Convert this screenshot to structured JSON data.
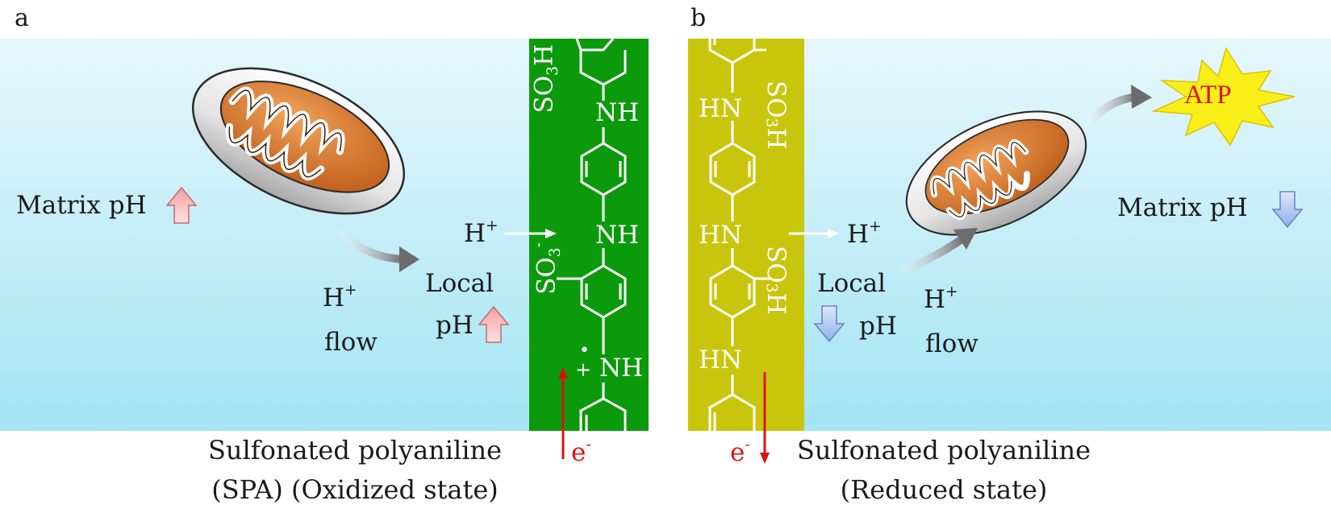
{
  "panel_a": {
    "letter": "a",
    "matrix_ph": "Matrix pH",
    "h_plus_flow": {
      "h": "H",
      "plus": "+",
      "flow": "flow"
    },
    "local_ph": {
      "local": "Local",
      "ph": "pH"
    },
    "proton_transfer": {
      "h": "H",
      "plus": "+"
    },
    "polymer": {
      "so3h": {
        "so": "SO",
        "three": "3",
        "h": "H"
      },
      "so3_minus": {
        "so": "SO",
        "three": "3",
        "minus": "-"
      },
      "nh_1": "NH",
      "nh_2": "NH",
      "nh_radical": "NH",
      "plus_sign": "+",
      "radical_dot": "•",
      "color": "#0a9a0a"
    },
    "electron": {
      "e": "e",
      "minus": "-"
    },
    "caption_line1": "Sulfonated polyaniline",
    "caption_line2": "(SPA)  (Oxidized state)"
  },
  "panel_b": {
    "letter": "b",
    "matrix_ph": "Matrix pH",
    "h_plus_flow": {
      "h": "H",
      "plus": "+",
      "flow": "flow"
    },
    "local_ph": {
      "local": "Local",
      "ph": "pH"
    },
    "proton_transfer": {
      "h": "H",
      "plus": "+"
    },
    "atp": "ATP",
    "polymer": {
      "so3h_top": {
        "so": "SO",
        "three": "3",
        "h": "H"
      },
      "so3h_mid": {
        "so": "SO",
        "three": "3",
        "h": "H"
      },
      "hn_1": "HN",
      "hn_2": "HN",
      "hn_3": "HN",
      "color": "#c8c40a"
    },
    "electron": {
      "e": "e",
      "minus": "-"
    },
    "caption_line1": "Sulfonated polyaniline",
    "caption_line2": "(Reduced state)"
  },
  "colors": {
    "solution_top": "#dff4fb",
    "solution_bottom": "#a8e6f5",
    "up_arrow": "#f5a6a8",
    "down_arrow": "#a8c4ee",
    "mito_orange": "#c8651a",
    "atp_burst": "#f7ee1a",
    "electron_arrow": "#e01010"
  }
}
